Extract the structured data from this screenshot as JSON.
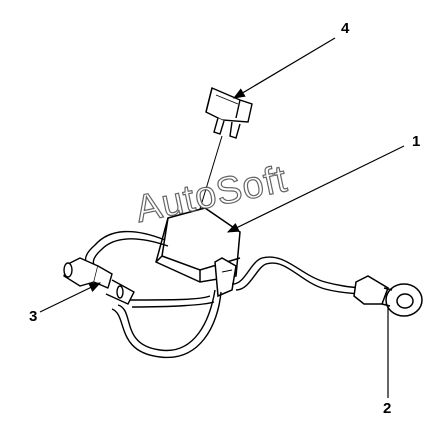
{
  "callouts": {
    "c1": "1",
    "c2": "2",
    "c3": "3",
    "c4": "4"
  },
  "watermark": "AutoSoft",
  "colors": {
    "ink": "#000000",
    "background": "#ffffff"
  }
}
